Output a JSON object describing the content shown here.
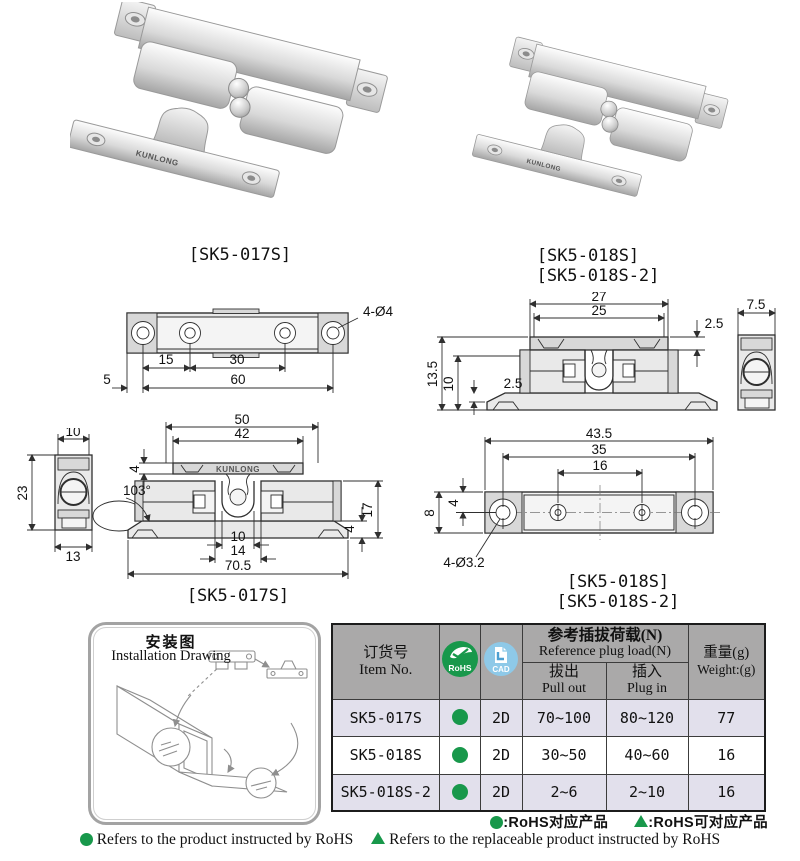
{
  "photos": {
    "p1_label": "[SK5-017S]",
    "p2_label_1": "[SK5-018S]",
    "p2_label_2": "[SK5-018S-2]"
  },
  "drawings": {
    "brand": "KUNLONG",
    "a": {
      "d5": "5",
      "d15": "15",
      "d30": "30",
      "d60": "60",
      "holes": "4-Ø4"
    },
    "b": {
      "d27": "27",
      "d25": "25",
      "d2_5_top": "2.5",
      "d13_5": "13.5",
      "d10": "10",
      "d2_5_left": "2.5",
      "d7_5": "7.5"
    },
    "c": {
      "d10": "10",
      "d23": "23",
      "d13": "13"
    },
    "d": {
      "d50": "50",
      "d42": "42",
      "d4_top": "4",
      "d103": "103°",
      "d17": "17",
      "d4_base": "4",
      "d10": "10",
      "d14": "14",
      "d70_5": "70.5",
      "label": "[SK5-017S]"
    },
    "e": {
      "d43_5": "43.5",
      "d35": "35",
      "d16": "16",
      "d8": "8",
      "d4": "4",
      "holes": "4-Ø3.2",
      "label_1": "[SK5-018S]",
      "label_2": "[SK5-018S-2]"
    }
  },
  "installation": {
    "title_cn": "安装图",
    "title_en": "Installation Drawing"
  },
  "table": {
    "header": {
      "item_cn": "订货号",
      "item_en": "Item No.",
      "rohs": "RoHS",
      "cad": "CAD",
      "load_cn": "参考插拔荷载(N)",
      "load_en": "Reference plug load(N)",
      "pull_cn": "拔出",
      "pull_en": "Pull out",
      "plug_cn": "插入",
      "plug_en": "Plug in",
      "weight_cn": "重量(g)",
      "weight_en": "Weight:(g)"
    },
    "rows": [
      {
        "item": "SK5-017S",
        "cad": "2D",
        "pull": "70~100",
        "plug": "80~120",
        "weight": "77"
      },
      {
        "item": "SK5-018S",
        "cad": "2D",
        "pull": "30~50",
        "plug": "40~60",
        "weight": "16"
      },
      {
        "item": "SK5-018S-2",
        "cad": "2D",
        "pull": "2~6",
        "plug": "2~10",
        "weight": "16"
      }
    ]
  },
  "legend": {
    "cn_dot": ":RoHS对应产品",
    "cn_tri": ":RoHS可对应产品",
    "en_dot": "Refers to the product instructed by RoHS",
    "en_tri": "Refers to the replaceable product instructed by RoHS"
  },
  "colors": {
    "green": "#18984b",
    "cad_blue": "#8ec9e8",
    "header_gray": "#aaa9a9",
    "row_lavender": "#e2e0ec",
    "line": "#2f2f2f"
  }
}
